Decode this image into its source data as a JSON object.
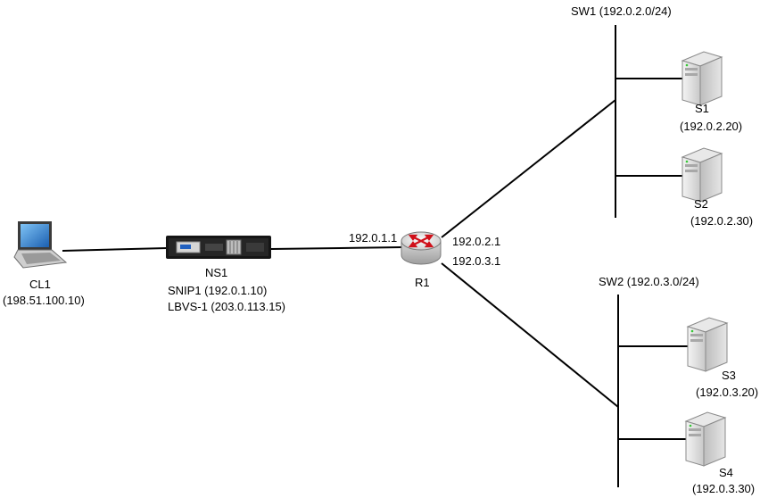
{
  "nodes": {
    "client": {
      "name": "CL1",
      "ip": "(198.51.100.10)"
    },
    "netscaler": {
      "name": "NS1",
      "snip": "SNIP1 (192.0.1.10)",
      "vip": "LBVS-1 (203.0.113.15)"
    },
    "router": {
      "name": "R1",
      "left_ip": "192.0.1.1",
      "right_ip_top": "192.0.2.1",
      "right_ip_bottom": "192.0.3.1"
    },
    "switch1": {
      "label": "SW1 (192.0.2.0/24)"
    },
    "switch2": {
      "label": "SW2 (192.0.3.0/24)"
    },
    "servers": [
      {
        "name": "S1",
        "ip": "(192.0.2.20)"
      },
      {
        "name": "S2",
        "ip": "(192.0.2.30)"
      },
      {
        "name": "S3",
        "ip": "(192.0.3.20)"
      },
      {
        "name": "S4",
        "ip": "(192.0.3.30)"
      }
    ]
  },
  "icons": {
    "client": "laptop-icon",
    "netscaler": "appliance-icon",
    "router": "router-icon",
    "server": "server-icon"
  },
  "colors": {
    "line": "#000000",
    "router_arrows": "#d0101a",
    "laptop_screen": "#2a7fd0"
  }
}
